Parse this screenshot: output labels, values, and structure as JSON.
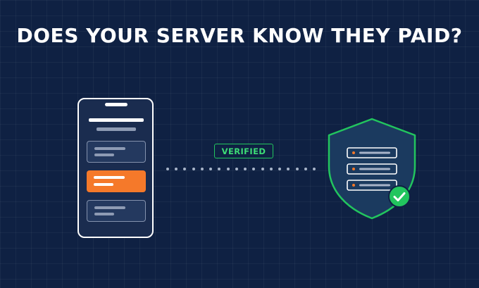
{
  "headline": "DOES YOUR SERVER KNOW THEY PAID?",
  "badge": {
    "label": "VERIFIED"
  },
  "colors": {
    "background": "#0f2143",
    "phone_outline": "#ffffff",
    "accent": "#f5792a",
    "verified_green": "#22c55e",
    "shield_fill": "#1b3a5f",
    "server_dot": "#f5792a"
  },
  "icons": {
    "phone": "smartphone-icon",
    "shield": "shield-icon",
    "server": "server-stack-icon",
    "check": "check-circle-icon"
  },
  "phone": {
    "cards": [
      {
        "state": "default"
      },
      {
        "state": "selected"
      },
      {
        "state": "default"
      }
    ]
  },
  "server": {
    "rack_units": 3
  }
}
